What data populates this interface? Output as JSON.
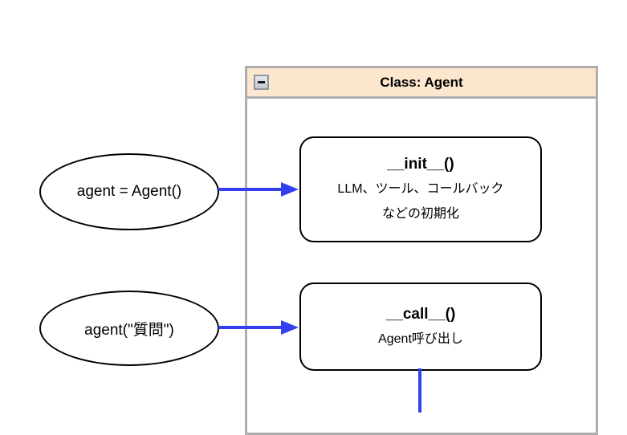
{
  "diagram": {
    "container": {
      "title": "Class: Agent",
      "header_bg": "#fce6ce",
      "border_color": "#aeaeae",
      "collapse_icon": "minus-icon",
      "collapsed": false
    },
    "callers": [
      {
        "label": "agent = Agent()"
      },
      {
        "label": "agent(\"質問\")"
      }
    ],
    "methods": [
      {
        "title": "__init__()",
        "lines": [
          "LLM、ツール、コールバック",
          "などの初期化"
        ]
      },
      {
        "title": "__call__()",
        "lines": [
          "Agent呼び出し"
        ]
      }
    ],
    "edges": [
      {
        "from": "agent = Agent()",
        "to": "__init__()",
        "direction": "right"
      },
      {
        "from": "agent(\"質問\")",
        "to": "__call__()",
        "direction": "right"
      },
      {
        "from": "__call__()",
        "to": "",
        "direction": "down"
      }
    ],
    "colors": {
      "edge": "#3340f0",
      "node_border": "#000000",
      "node_fill": "#ffffff"
    }
  }
}
